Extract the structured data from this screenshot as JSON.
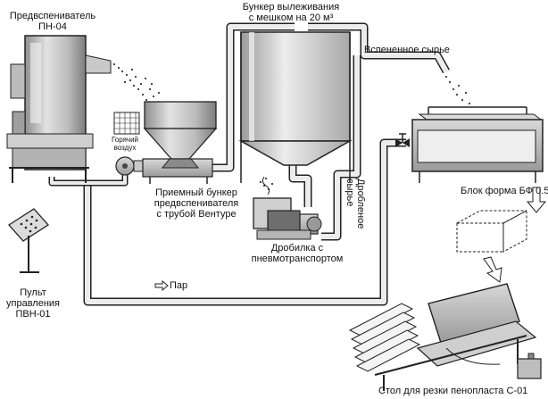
{
  "labels": {
    "preexpander": "Предвспениватель\nПН-04",
    "hot_air": "Горячий\nвоздух",
    "receiving_bunker": "Приемный бункер\nпредвспенивателя\nс трубой Вентуре",
    "maturing_bunker": "Бункер вылеживания\nс мешком на 20 м³",
    "foamed_raw": "Вспененное сырье",
    "crushed_raw": "Дробленое\nсырье",
    "crusher": "Дробилка с\nпневмотранспортом",
    "block_form": "Блок форма БФ 0.5",
    "control_panel": "Пульт\nуправления\nПВН-01",
    "steam": "Пар",
    "cutting_table": "Стол для резки пенопласта С-01"
  },
  "colors": {
    "pipe": "#e4e4e4",
    "pipe_edge": "#222222",
    "metal_light": "#dcdcdc",
    "metal": "#bfbfbf",
    "metal_dark": "#6e6e6e",
    "ink": "#111111"
  }
}
